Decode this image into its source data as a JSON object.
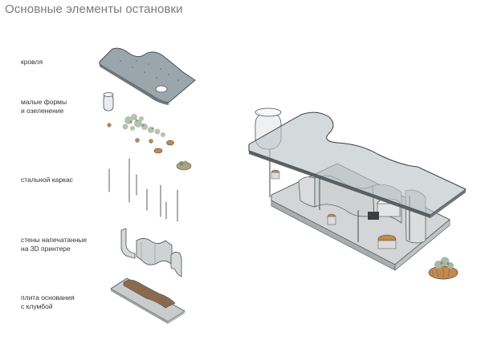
{
  "title": "Основные элементы остановки",
  "labels": {
    "roof": "кровля",
    "small_forms": "малые формы\nи озеленение",
    "frame": "стальной каркас",
    "walls": "стены напечатанные\nна 3D принтере",
    "base": "плита основания\nс клумбой"
  },
  "colors": {
    "glass": "#b9c3c7",
    "glass_stroke": "#3b3f42",
    "wall": "#d6d8d9",
    "base": "#cfd1d2",
    "wood": "#c08a52",
    "soil": "#8a6a4e",
    "greenery": "#a9b8a4"
  }
}
